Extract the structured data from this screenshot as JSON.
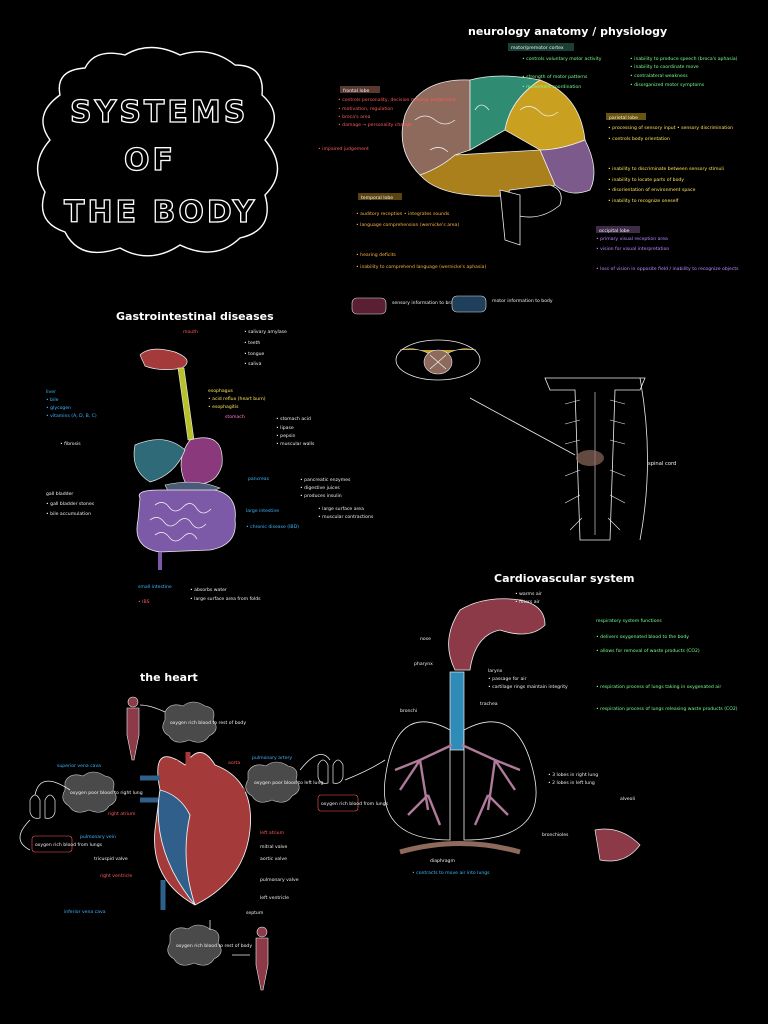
{
  "title": {
    "line1": "SYSTEMS",
    "line2": "OF",
    "line3": "THE BODY"
  },
  "sections": {
    "neurology": "neurology anatomy / physiology",
    "gastro": "Gastrointestinal diseases",
    "cardio": "Cardiovascular system",
    "heart": "the heart",
    "spinal": "spinal cord"
  },
  "neuro_labels": {
    "motor_cortex": "motor/premotor cortex",
    "frontal": "frontal lobe",
    "parietal": "parietal lobe",
    "temporal": "temporal lobe",
    "occipital": "occipital lobe",
    "ascending": "sensory information to brain",
    "descending": "motor information to body"
  },
  "neuro_notes": {
    "motor1": "• controls voluntary motor activity",
    "motor2": "• strength of motor patterns",
    "motor3": "• movement coordination",
    "motor_r1": "• inability to produce speech (broca's aphasia)",
    "motor_r2": "• inability to coordinate move",
    "motor_r3": "• contralateral weakness",
    "motor_r4": "• disorganized motor symptoms",
    "frontal1": "• controls personality, decision making, judgement",
    "frontal2": "• motivation, regulation",
    "frontal3": "• broca's area",
    "frontal4": "• damage → personality change",
    "frontal5": "• impaired judgement",
    "parietal1": "• processing of sensory input • sensory discrimination",
    "parietal2": "• controls body orientation",
    "parietal3": "• inability to discriminate between sensory stimuli",
    "parietal4": "• inability to locate parts of body",
    "parietal5": "• disorientation of environment space",
    "parietal6": "• inability to recognize oneself",
    "temporal1": "• auditory reception • integrates sounds",
    "temporal2": "• language comprehension (wernicke's area)",
    "temporal3": "• hearing deficits",
    "temporal4": "• inability to comprehend language (wernicke's aphasia)",
    "occipital1": "• primary visual reception area",
    "occipital2": "• vision for visual interpretation",
    "occipital3": "• loss of vision in opposite field / inability to recognize objects"
  },
  "gi_labels": {
    "mouth": "mouth",
    "esophagus": "esophagus",
    "stomach": "stomach",
    "liver": "liver",
    "gallbladder": "gall bladder",
    "pancreas": "pancreas",
    "large": "large intestine",
    "small": "small intestine"
  },
  "gi_notes": {
    "mouth1": "• salivary amylase",
    "mouth2": "• teeth",
    "mouth3": "• tongue",
    "mouth4": "• saliva",
    "eso1": "• acid reflux (heart burn)",
    "eso2": "• esophagitis",
    "sto1": "• stomach acid",
    "sto2": "• lipase",
    "sto3": "• pepsin",
    "sto4": "• muscular walls",
    "liv1": "• bile",
    "liv2": "• glycogen",
    "liv3": "• vitamins (A, D, B, C)",
    "liv4": "• fibrosis",
    "gb1": "• gall bladder stones",
    "gb2": "• bile accumulation",
    "pan1": "• pancreatic enzymes",
    "pan2": "• digestive juices",
    "pan3": "• produces insulin",
    "lg1": "• large surface area",
    "lg2": "• muscular contractions",
    "lg3": "• chronic disease (IBD)",
    "sm1": "• absorbs water",
    "sm2": "• large surface area from folds",
    "sm3": "• IBS"
  },
  "cardio_labels": {
    "nose": "nose",
    "pharynx": "pharynx",
    "larynx": "larynx",
    "trachea": "trachea",
    "bronchi": "bronchi",
    "bronchioles": "bronchioles",
    "diaphragm": "diaphragm",
    "alveoli": "alveoli",
    "respiratory": "respiratory system functions"
  },
  "cardio_notes": {
    "n1": "• warms air",
    "n2": "• filters air",
    "r1": "• delivers oxygenated blood to the body",
    "r2": "• allows for removal of waste products (CO2)",
    "r3": "• respiration process of lungs taking in oxygenated air",
    "r4": "• respiration process of lungs releasing waste products (CO2)",
    "t1": "• passage for air",
    "t2": "• cartilage rings maintain integrity",
    "d1": "• contracts to move air into lungs",
    "l1": "• 3 lobes in right lung",
    "l2": "• 2 lobes in left lung"
  },
  "heart_labels": {
    "svc": "superior vena cava",
    "ivc": "inferior vena cava",
    "aorta": "aorta",
    "pa": "pulmonary artery",
    "pv": "pulmonary vein",
    "la": "left atrium",
    "ra": "right atrium",
    "lv": "left ventricle",
    "rv": "right ventricle",
    "mitral": "mitral valve",
    "tricuspid": "tricuspid valve",
    "aortic": "aortic valve",
    "pulm_valve": "pulmonary valve",
    "septum": "septum"
  },
  "heart_bubbles": {
    "b1": "oxygen rich blood to rest of body",
    "b2": "oxygen poor blood to left lung",
    "b3": "oxygen poor blood to right lung",
    "b4": "oxygen rich blood from lungs",
    "b5": "oxygen rich blood from lungs",
    "b6": "oxygen rich blood to rest of body"
  },
  "colors": {
    "frontal": "#8d6a5b",
    "motor": "#2f8c73",
    "parietal": "#c9a020",
    "temporal": "#a9801c",
    "occipital": "#7d5a8c",
    "heart_red": "#a53a3a",
    "heart_blue": "#2f5f8a",
    "intestine": "#7c5aa8"
  }
}
